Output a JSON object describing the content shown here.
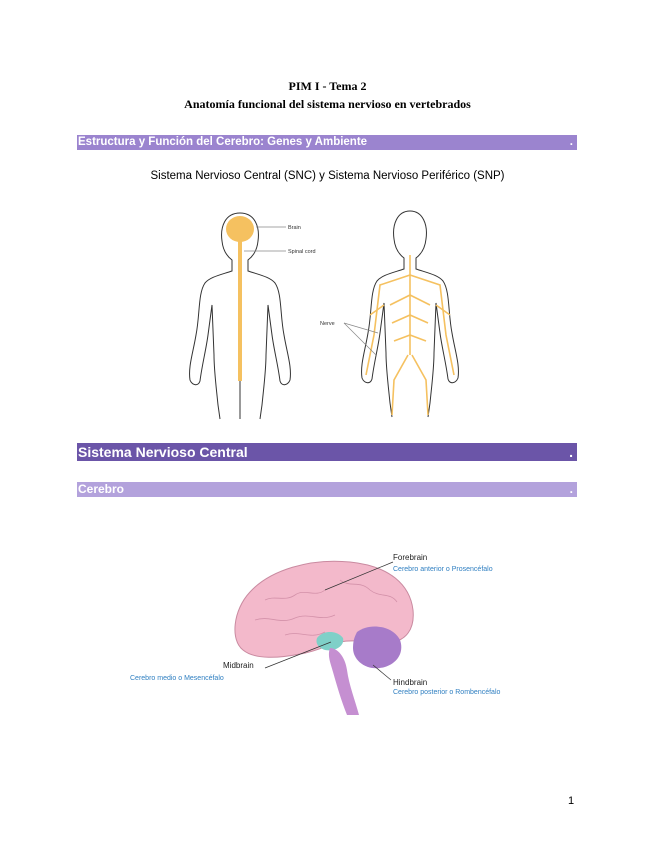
{
  "header": {
    "title": "PIM I - Tema 2",
    "subtitle": "Anatomía funcional del sistema nervioso en vertebrados"
  },
  "sections": {
    "bar1": {
      "label": "Estructura y Función del Cerebro: Genes y Ambiente",
      "dot": "."
    },
    "bar2": {
      "label": "Sistema Nervioso Central",
      "dot": "."
    },
    "bar3": {
      "label": "Cerebro",
      "dot": "."
    }
  },
  "figure1": {
    "caption": "Sistema Nervioso Central (SNC) y Sistema Nervioso Periférico (SNP)",
    "labels": {
      "brain": "Brain",
      "spinal_cord": "Spinal cord",
      "nerve": "Nerve"
    }
  },
  "figure2": {
    "forebrain": "Forebrain",
    "forebrain_es": "Cerebro anterior o Prosencéfalo",
    "midbrain": "Midbrain",
    "midbrain_es": "Cerebro medio o Mesencéfalo",
    "hindbrain": "Hindbrain",
    "hindbrain_es": "Cerebro posterior o Rombencéfalo"
  },
  "colors": {
    "bar_light": "#9b84cf",
    "bar_dark": "#6b55a8",
    "bar_lighter": "#b3a2dc",
    "nerve": "#f5c160",
    "brain_pink": "#f3b9cb",
    "midbrain_teal": "#7fd0c8",
    "hindbrain_purple": "#a77bc9",
    "label_blue": "#2f7fc1"
  },
  "footer": {
    "page": "1"
  }
}
